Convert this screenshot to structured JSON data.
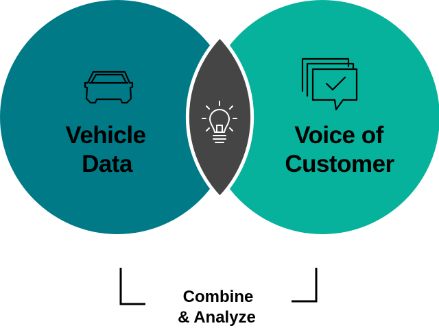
{
  "left_circle": {
    "label_line1": "Vehicle",
    "label_line2": "Data",
    "icon": "car-icon",
    "color": "#007a87"
  },
  "right_circle": {
    "label_line1": "Voice of",
    "label_line2": "Customer",
    "icon": "chat-bubbles-check-icon",
    "color": "#06b29b"
  },
  "intersection": {
    "icon": "lightbulb-icon",
    "color": "#454545"
  },
  "caption": {
    "line1": "Combine",
    "line2": "& Analyze"
  }
}
